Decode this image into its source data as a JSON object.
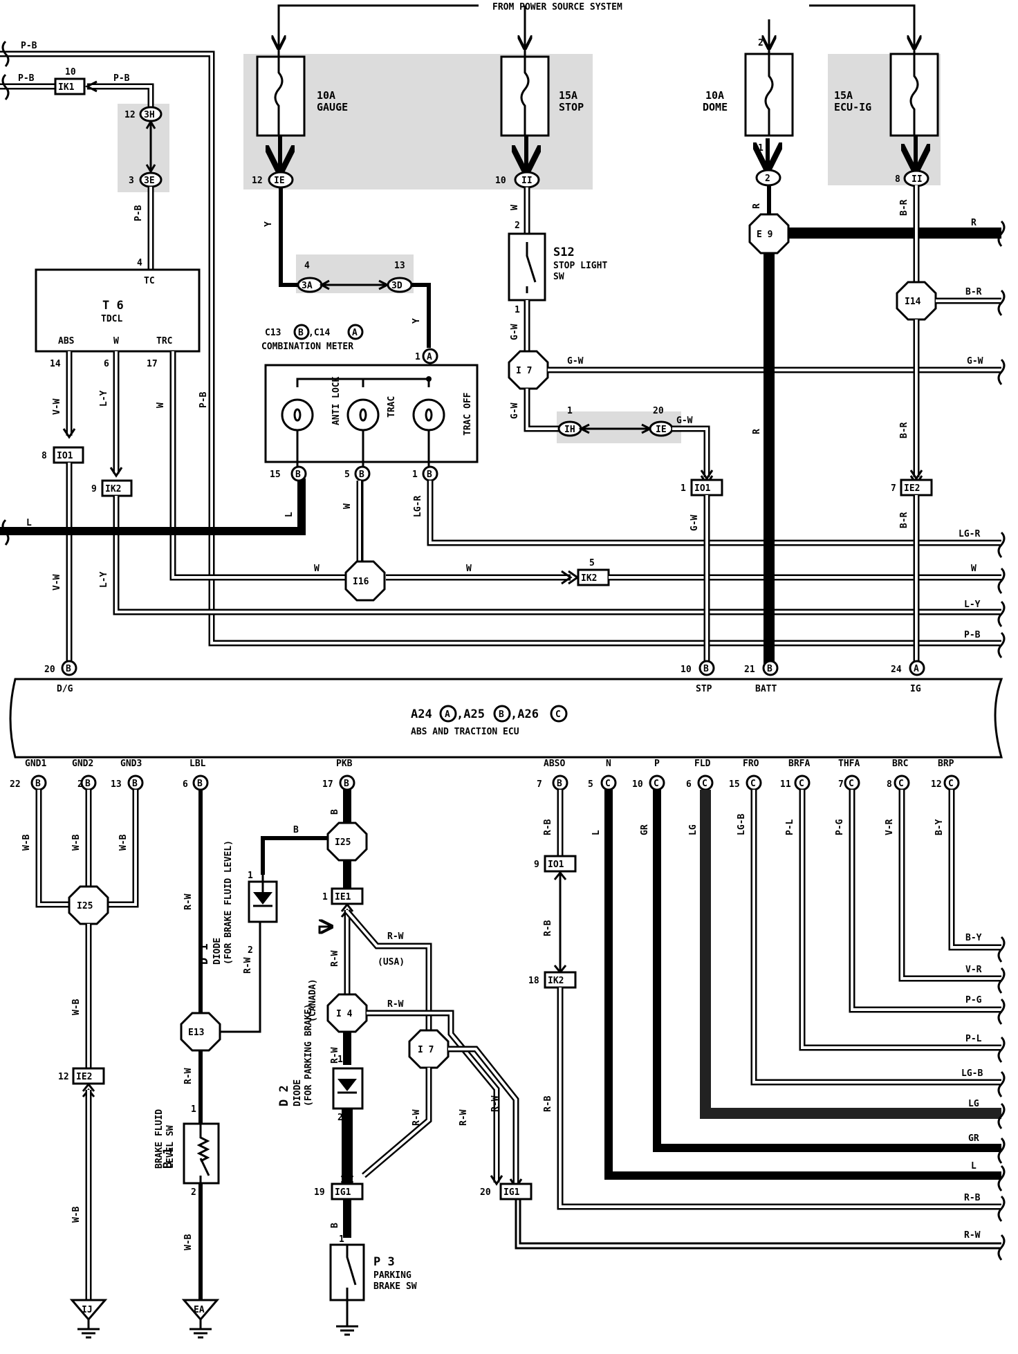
{
  "header": {
    "power_source": "FROM POWER SOURCE SYSTEM"
  },
  "fuses": [
    {
      "amp": "10A",
      "name": "GAUGE",
      "conn_pin": "12",
      "conn": "IE"
    },
    {
      "amp": "15A",
      "name": "STOP",
      "conn_pin": "10",
      "conn": "II"
    },
    {
      "amp": "10A",
      "name": "DOME",
      "top_pin": "2",
      "bottom_pin": "1",
      "conn": "2"
    },
    {
      "amp": "15A",
      "name": "ECU-IG",
      "conn_pin": "8",
      "conn": "II"
    }
  ],
  "tdcl": {
    "id": "T 6",
    "name": "TDCL",
    "tc": "TC",
    "tc_pin": "4",
    "abs": "ABS",
    "abs_pin": "14",
    "w": "W",
    "w_pin": "6",
    "trc": "TRC",
    "trc_pin": "17"
  },
  "connectors": {
    "ik1": "IK1",
    "ik1_pin": "10",
    "c3h": "3H",
    "c3h_pin": "12",
    "c3e": "3E",
    "c3e_pin": "3",
    "c3a": "3A",
    "c3a_pin": "4",
    "c3d": "3D",
    "c3d_pin": "13",
    "io1_a": "IO1",
    "io1_a_pin": "8",
    "ik2_a": "IK2",
    "ik2_a_pin": "9",
    "ih": "IH",
    "ih_pin": "1",
    "ie_b": "IE",
    "ie_b_pin": "20",
    "io1_b": "IO1",
    "io1_b_pin": "1",
    "ie2_a": "IE2",
    "ie2_a_pin": "7",
    "ik2_b": "IK2",
    "ik2_b_pin": "5",
    "ie1": "IE1",
    "ie1_pin": "1",
    "io1_c": "IO1",
    "io1_c_pin": "9",
    "ik2_c": "IK2",
    "ik2_c_pin": "18",
    "ie2_b": "IE2",
    "ie2_b_pin": "12",
    "ig1_a": "IG1",
    "ig1_a_pin": "19",
    "ig1_b": "IG1",
    "ig1_b_pin": "20"
  },
  "junctions": {
    "e9": "E 9",
    "i14": "I14",
    "i7a": "I 7",
    "i16": "I16",
    "i25a": "I25",
    "i25b": "I25",
    "e13": "E13",
    "i4": "I 4",
    "i7b": "I 7"
  },
  "stop_switch": {
    "id": "S12",
    "name1": "STOP LIGHT",
    "name2": "SW",
    "pin_top": "2",
    "pin_bot": "1"
  },
  "meter": {
    "ids": "C13",
    "id_b": "B",
    "ids2": ",C14",
    "id_a": "A",
    "name": "COMBINATION METER",
    "lamps": [
      "ANTI LOCK",
      "TRAC",
      "TRAC OFF"
    ],
    "pin_top": "1",
    "pin_top_c": "A",
    "pins": [
      {
        "n": "15",
        "c": "B"
      },
      {
        "n": "5",
        "c": "B"
      },
      {
        "n": "1",
        "c": "B"
      }
    ]
  },
  "ecu": {
    "ids_1": "A24",
    "c1": "A",
    "ids_2": ",A25",
    "c2": "B",
    "ids_3": ",A26",
    "c3": "C",
    "name": "ABS AND TRACTION ECU",
    "top_pins": [
      {
        "n": "20",
        "c": "B",
        "name": "D/G"
      },
      {
        "n": "10",
        "c": "B",
        "name": "STP"
      },
      {
        "n": "21",
        "c": "B",
        "name": "BATT"
      },
      {
        "n": "24",
        "c": "A",
        "name": "IG"
      }
    ],
    "bottom_pins": [
      {
        "n": "22",
        "c": "B",
        "name": "GND1"
      },
      {
        "n": "2",
        "c": "B",
        "name": "GND2"
      },
      {
        "n": "13",
        "c": "B",
        "name": "GND3"
      },
      {
        "n": "6",
        "c": "B",
        "name": "LBL"
      },
      {
        "n": "17",
        "c": "B",
        "name": "PKB"
      },
      {
        "n": "7",
        "c": "B",
        "name": "ABSO"
      },
      {
        "n": "5",
        "c": "C",
        "name": "N"
      },
      {
        "n": "10",
        "c": "C",
        "name": "P"
      },
      {
        "n": "6",
        "c": "C",
        "name": "FLD"
      },
      {
        "n": "15",
        "c": "C",
        "name": "FRO"
      },
      {
        "n": "11",
        "c": "C",
        "name": "BRFA"
      },
      {
        "n": "7",
        "c": "C",
        "name": "THFA"
      },
      {
        "n": "8",
        "c": "C",
        "name": "BRC"
      },
      {
        "n": "12",
        "c": "C",
        "name": "BRP"
      }
    ]
  },
  "wire_colors": {
    "pb": "P-B",
    "y": "Y",
    "w": "W",
    "r": "R",
    "br": "B-R",
    "gw": "G-W",
    "vw": "V-W",
    "ly": "L-Y",
    "l": "L",
    "lgr": "LG-R",
    "wb": "W-B",
    "rw": "R-W",
    "b": "B",
    "rb": "R-B",
    "gr": "GR",
    "lg": "LG",
    "lgb": "LG-B",
    "pl": "P-L",
    "pg": "P-G",
    "vr": "V-R",
    "by": "B-Y",
    "usa": "(USA)",
    "canada": "(CANADA)"
  },
  "components": {
    "d1_id": "D 1",
    "d1_name": "DIODE",
    "d1_for": "(FOR BRAKE FLUID LEVEL)",
    "d1_pin1": "1",
    "d1_pin2": "2",
    "d2_id": "D 2",
    "d2_name": "DIODE",
    "d2_for": "(FOR PARKING BRAKE)",
    "d2_pin1": "1",
    "d2_pin2": "2",
    "b1_id": "B 1",
    "b1_name1": "BRAKE FLUID",
    "b1_name2": "LEVEL SW",
    "b1_pin1": "1",
    "b1_pin2": "2",
    "p3_id": "P 3",
    "p3_name1": "PARKING",
    "p3_name2": "BRAKE SW",
    "p3_pin": "1"
  },
  "grounds": {
    "ij": "IJ",
    "ea": "EA"
  }
}
